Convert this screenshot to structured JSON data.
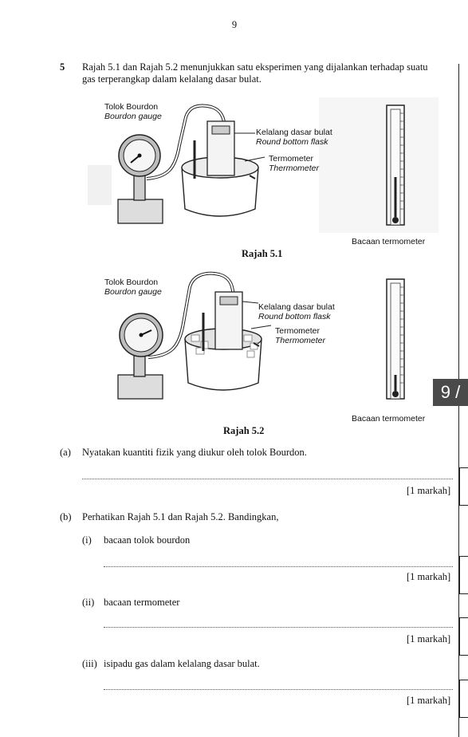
{
  "page_number": "9",
  "question": {
    "number": "5",
    "intro_line1": "Rajah 5.1 dan Rajah 5.2 menunjukkan satu eksperimen yang dijalankan terhadap suatu",
    "intro_line2": "gas terperangkap dalam kelalang dasar bulat."
  },
  "figures": [
    {
      "caption": "Rajah 5.1",
      "labels": {
        "gauge_my": "Tolok Bourdon",
        "gauge_en": "Bourdon gauge",
        "flask_my": "Kelalang dasar bulat",
        "flask_en": "Round bottom flask",
        "thermo_my": "Termometer",
        "thermo_en": "Thermometer",
        "reading": "Bacaan termometer"
      }
    },
    {
      "caption": "Rajah 5.2",
      "labels": {
        "gauge_my": "Tolok Bourdon",
        "gauge_en": "Bourdon gauge",
        "flask_my": "Kelalang dasar bulat",
        "flask_en": "Round bottom flask",
        "thermo_my": "Termometer",
        "thermo_en": "Thermometer",
        "reading": "Bacaan termometer"
      }
    }
  ],
  "parts": {
    "a": {
      "label": "(a)",
      "text": "Nyatakan kuantiti fizik yang diukur oleh tolok Bourdon.",
      "marks": "[1 markah]"
    },
    "b": {
      "label": "(b)",
      "text": "Perhatikan Rajah 5.1 dan Rajah 5.2. Bandingkan,",
      "sub": [
        {
          "label": "(i)",
          "text": "bacaan tolok bourdon",
          "marks": "[1 markah]"
        },
        {
          "label": "(ii)",
          "text": "bacaan termometer",
          "marks": "[1 markah]"
        },
        {
          "label": "(iii)",
          "text": "isipadu gas dalam kelalang dasar bulat.",
          "marks": "[1 markah]"
        }
      ]
    }
  },
  "side_badge": "9 /"
}
